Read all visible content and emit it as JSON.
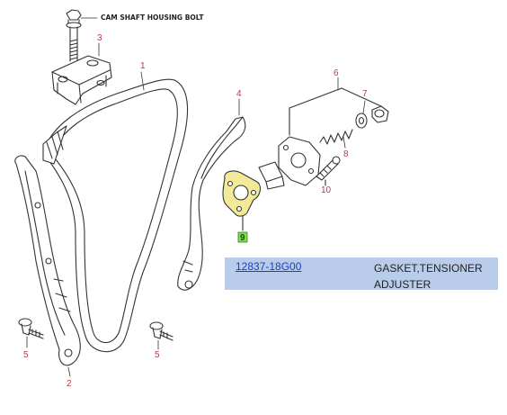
{
  "callout": "CAM SHAFT HOUSING BOLT",
  "labels": {
    "chain": "1",
    "guide_left": "2",
    "housing": "3",
    "guide_right": "4",
    "bolt_left": "5",
    "bolt_right": "5",
    "adjuster": "6",
    "washer": "7",
    "spring": "8",
    "gasket": "9",
    "bolt_adjuster": "10"
  },
  "selected_part": {
    "number": "12837-18G00",
    "description": "GASKET,TENSIONER ADJUSTER"
  },
  "colors": {
    "label": "#b33a4a",
    "highlight": "#f2ea96",
    "selected_tag": "#7ee05a",
    "info_row": "#b9cdea",
    "link": "#1a3fbf"
  }
}
